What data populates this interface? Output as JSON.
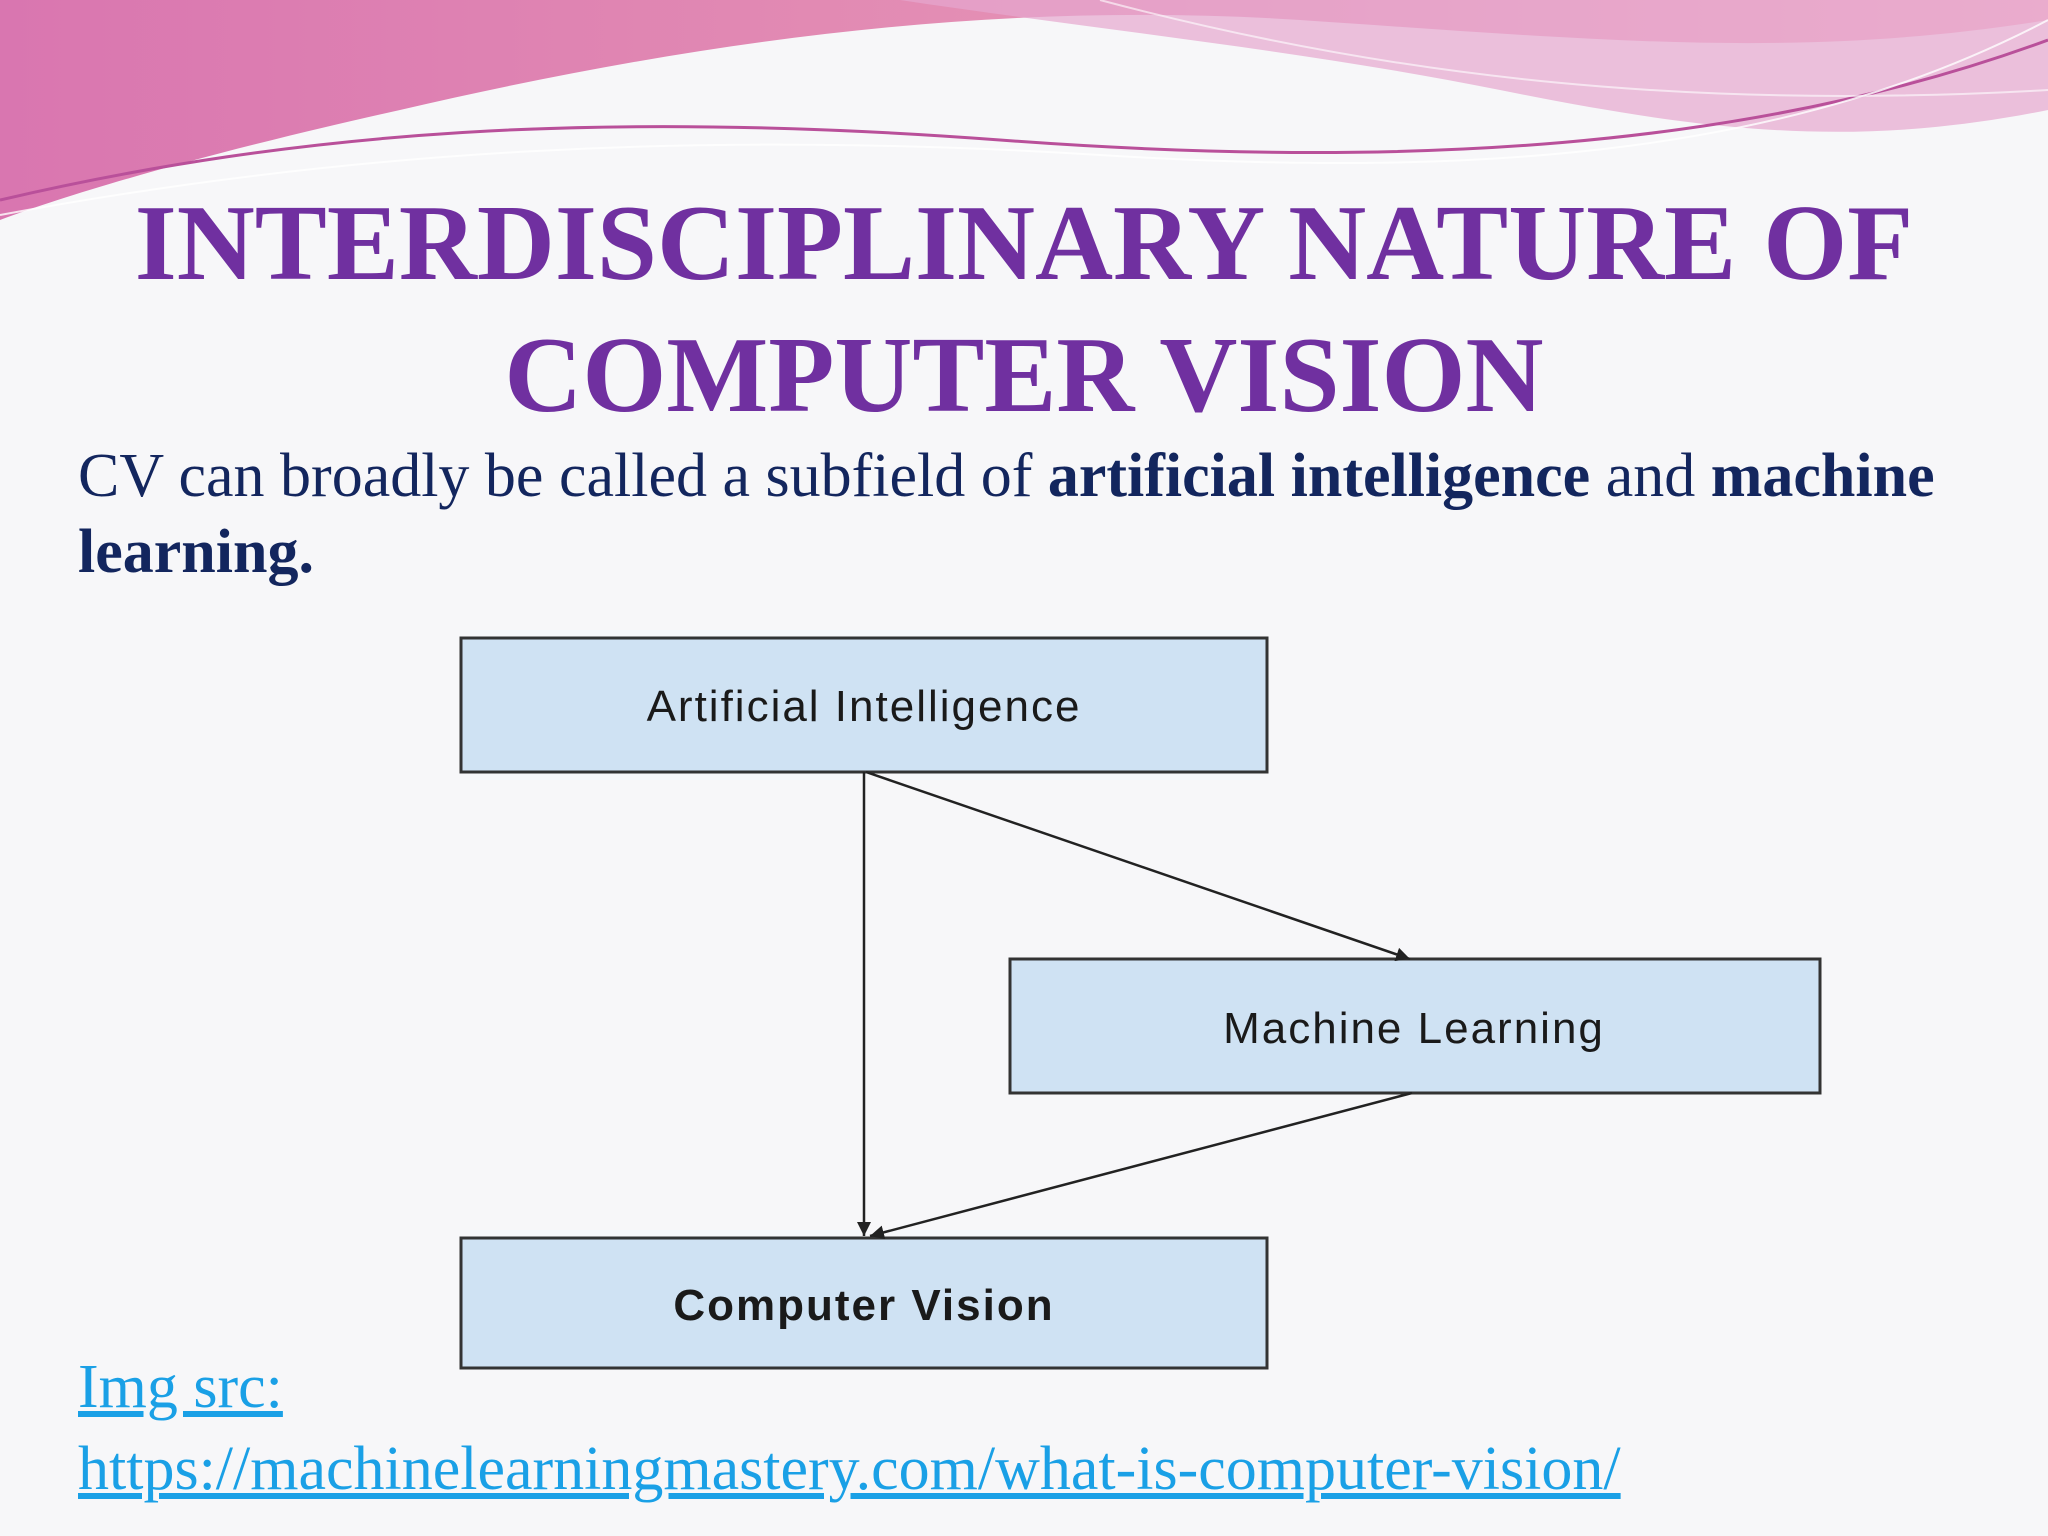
{
  "slide": {
    "title": "INTERDISCIPLINARY NATURE OF COMPUTER VISION",
    "body": {
      "part1": "CV can broadly be called a subfield of ",
      "bold1": "artificial intelligence",
      "part2": " and ",
      "bold2": "machine learning."
    },
    "caption": {
      "label": "Img src:",
      "url": "https://machinelearningmastery.com/what-is-computer-vision/"
    }
  },
  "diagram": {
    "nodes": {
      "ai": "Artificial Intelligence",
      "ml": "Machine Learning",
      "cv": "Computer Vision"
    },
    "edges": [
      {
        "from": "Artificial Intelligence",
        "to": "Machine Learning"
      },
      {
        "from": "Artificial Intelligence",
        "to": "Computer Vision"
      },
      {
        "from": "Machine Learning",
        "to": "Computer Vision"
      }
    ],
    "colors": {
      "box_fill": "#cfe2f3",
      "box_border": "#333333",
      "title": "#7030a0",
      "link": "#1aa0e6"
    }
  }
}
